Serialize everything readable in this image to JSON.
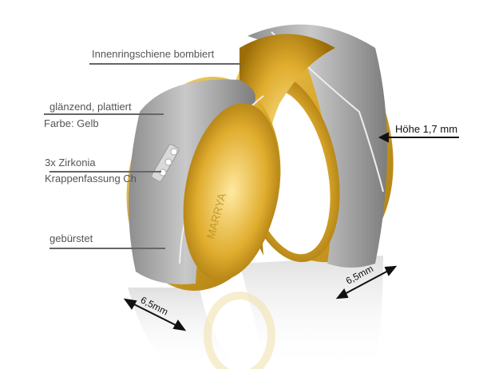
{
  "annotations": {
    "inner_rail": "Innenringschiene bombiert",
    "finish_shiny": "glänzend, plattiert",
    "color": "Farbe: Gelb",
    "stones": "3x Zirkonia",
    "setting": "Krappenfassung Ch",
    "brushed": "gebürstet",
    "height": "Höhe 1,7 mm",
    "width_left": "6,5mm",
    "width_right": "6,5mm"
  },
  "engraving": "MARRYA",
  "colors": {
    "gold": "#e2b63a",
    "steel": "#a9a9a9",
    "label": "#555555"
  }
}
